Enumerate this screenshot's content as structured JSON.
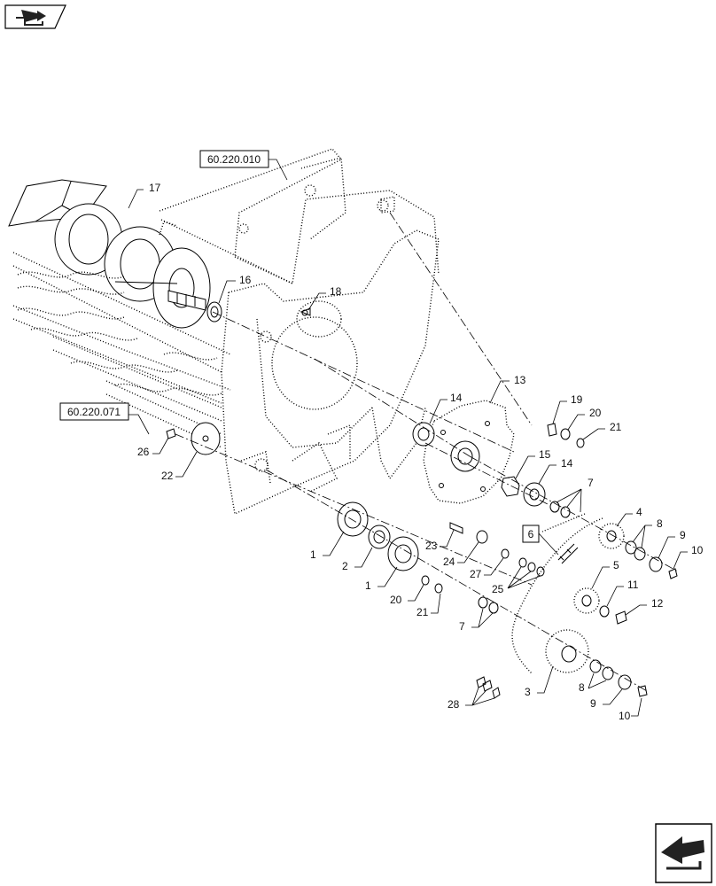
{
  "diagram": {
    "reference_boxes": [
      "60.220.010",
      "60.220.071"
    ],
    "highlight_callout": "6",
    "callouts": [
      "17",
      "16",
      "18",
      "13",
      "14",
      "19",
      "20",
      "21",
      "15",
      "14",
      "7",
      "4",
      "8",
      "9",
      "10",
      "26",
      "22",
      "23",
      "24",
      "27",
      "25",
      "5",
      "11",
      "12",
      "1",
      "2",
      "1",
      "20",
      "21",
      "7",
      "3",
      "8",
      "9",
      "10",
      "28"
    ]
  },
  "icons": {
    "top_left": "forward-nav-icon",
    "bottom_right": "back-nav-icon"
  }
}
